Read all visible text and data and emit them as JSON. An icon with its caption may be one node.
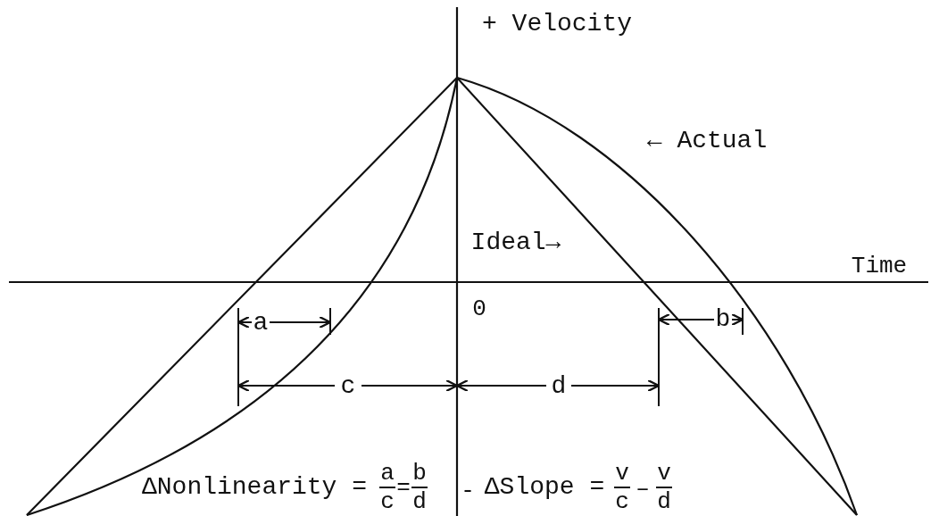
{
  "diagram": {
    "labels": [
      "+ Velocity",
      "← Actual",
      "Ideal→",
      "Time",
      "0",
      "a",
      "b",
      "c",
      "d",
      "ΔNonlinearity =",
      "a",
      "c",
      "=",
      "b",
      "d",
      "-",
      "ΔSlope =",
      "v",
      "c",
      "–",
      "v",
      "d"
    ]
  }
}
